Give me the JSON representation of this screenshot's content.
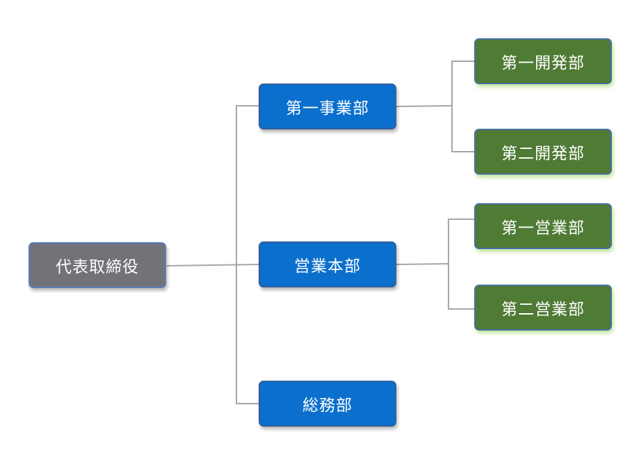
{
  "colors": {
    "root_fill": "#737279",
    "division_fill": "#0a6fcd",
    "department_fill": "#4f7b35",
    "connector": "#a6a6a6",
    "text": "#ffffff"
  },
  "org_chart": {
    "root": {
      "label": "代表取締役"
    },
    "divisions": [
      {
        "label": "第一事業部",
        "departments": [
          {
            "label": "第一開発部"
          },
          {
            "label": "第二開発部"
          }
        ]
      },
      {
        "label": "営業本部",
        "departments": [
          {
            "label": "第一営業部"
          },
          {
            "label": "第二営業部"
          }
        ]
      },
      {
        "label": "総務部",
        "departments": []
      }
    ]
  }
}
